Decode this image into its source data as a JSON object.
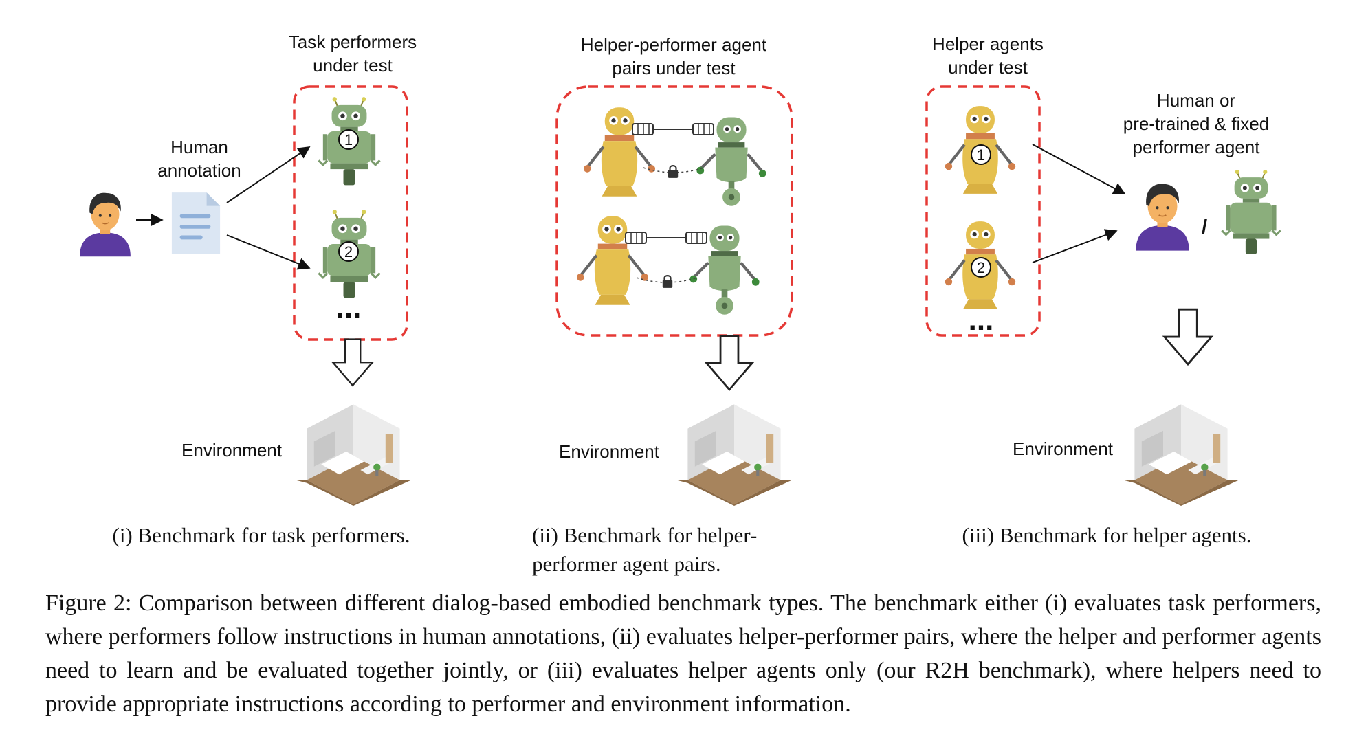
{
  "panels": [
    {
      "box_title": [
        "Task performers",
        "under test"
      ],
      "left_label": [
        "Human",
        "annotation"
      ],
      "environment_label": "Environment",
      "subcaption": "(i) Benchmark for task performers.",
      "robots": [
        "1",
        "2"
      ],
      "more_marker": "..."
    },
    {
      "box_title": [
        "Helper-performer agent",
        "pairs under test"
      ],
      "environment_label": "Environment",
      "subcaption": "(ii) Benchmark for helper-performer agent pairs."
    },
    {
      "box_title": [
        "Helper agents",
        "under test"
      ],
      "right_label": [
        "Human or",
        "pre-trained & fixed",
        "performer agent"
      ],
      "separator": "/",
      "environment_label": "Environment",
      "subcaption": "(iii) Benchmark for helper agents.",
      "robots": [
        "1",
        "2"
      ],
      "more_marker": "..."
    }
  ],
  "caption": "Figure 2: Comparison between different dialog-based embodied benchmark types. The benchmark either (i) evaluates task performers, where performers follow instructions in human annotations, (ii) evaluates helper-performer pairs, where the helper and performer agents need to learn and be evaluated together jointly, or (iii) evaluates helper agents only (our R2H benchmark), where helpers need to provide appropriate instructions according to performer and environment information.",
  "colors": {
    "dashed_box": "#e53935",
    "green_robot": "#8bae7c",
    "yellow_robot": "#e5c04f",
    "human_shirt": "#5b3aa0",
    "document": "#dbe6f3"
  },
  "icons": [
    "human-icon",
    "document-icon",
    "green-robot-icon",
    "yellow-robot-icon",
    "room-icon",
    "lock-icon",
    "tin-can-phone-icon",
    "down-arrow-icon"
  ]
}
